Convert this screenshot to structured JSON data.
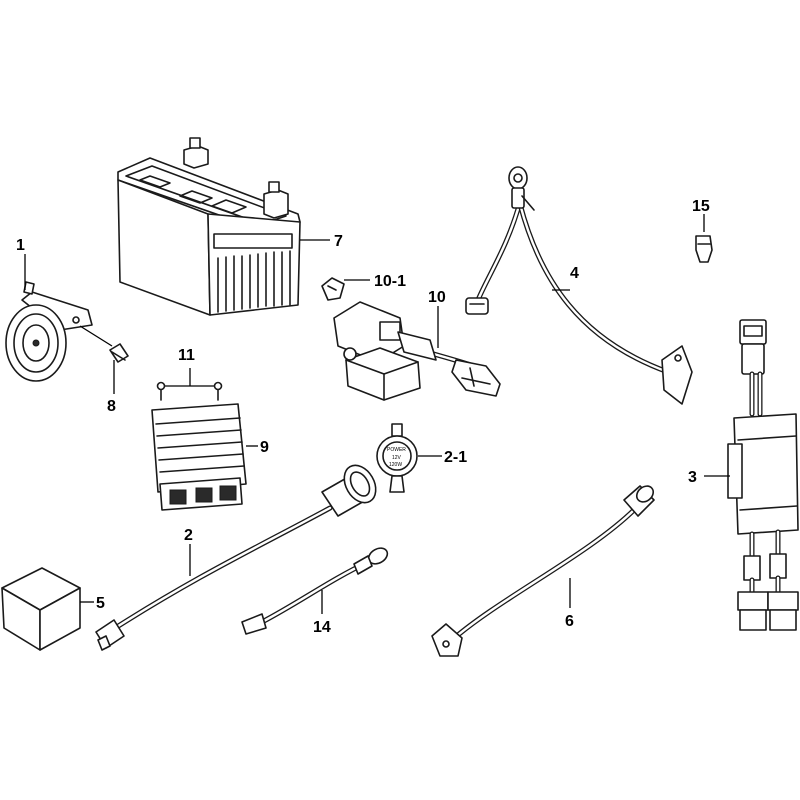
{
  "labels": {
    "p1": "1",
    "p2": "2",
    "p2_1": "2-1",
    "p3": "3",
    "p4": "4",
    "p5": "5",
    "p6": "6",
    "p7": "7",
    "p8": "8",
    "p9": "9",
    "p10": "10",
    "p10_1": "10-1",
    "p11": "11",
    "p14": "14",
    "p15": "15"
  },
  "socket_text": {
    "line1": "POWER",
    "line2": "12V",
    "line3": "120W"
  },
  "colors": {
    "line": "#1a1a1a",
    "background": "#ffffff"
  }
}
